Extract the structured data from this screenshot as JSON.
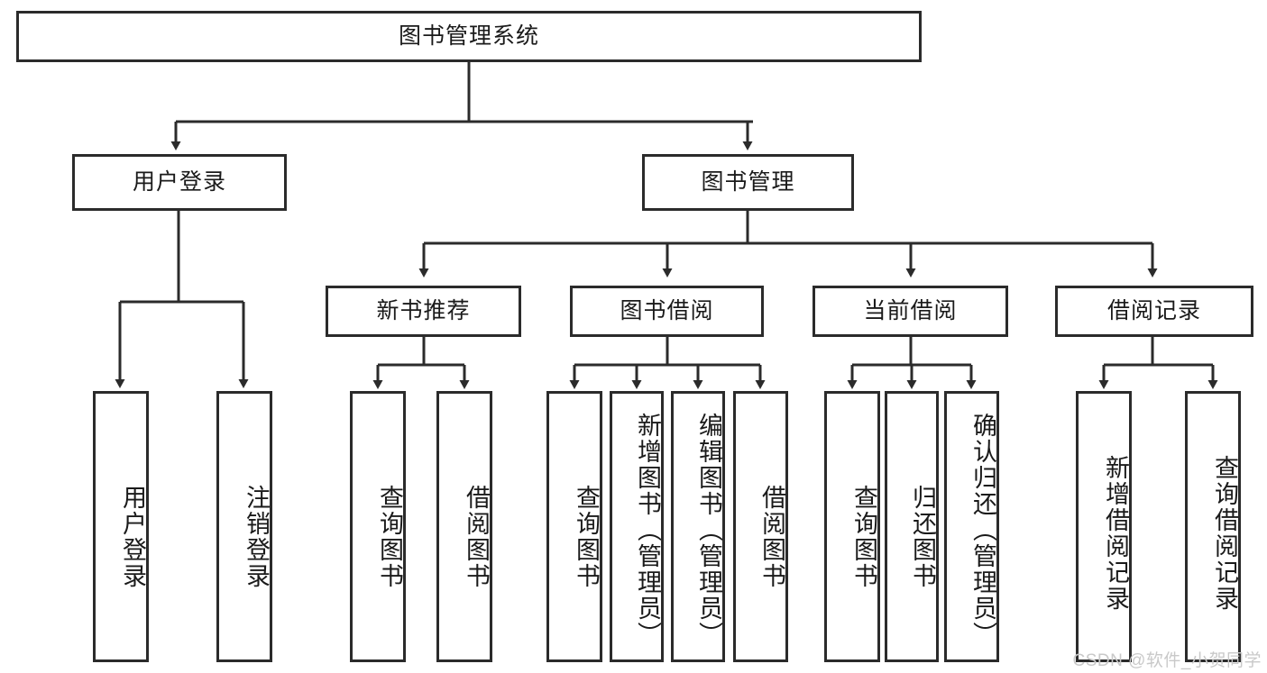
{
  "diagram": {
    "title": "图书管理系统",
    "type": "tree-hierarchy",
    "root": {
      "id": "root",
      "label": "图书管理系统"
    },
    "level2": [
      {
        "id": "user-login",
        "label": "用户登录"
      },
      {
        "id": "book-management",
        "label": "图书管理"
      }
    ],
    "level3": [
      {
        "id": "new-book-recommend",
        "label": "新书推荐",
        "parent": "book-management"
      },
      {
        "id": "book-borrow",
        "label": "图书借阅",
        "parent": "book-management"
      },
      {
        "id": "current-borrow",
        "label": "当前借阅",
        "parent": "book-management"
      },
      {
        "id": "borrow-record",
        "label": "借阅记录",
        "parent": "book-management"
      }
    ],
    "leaves": [
      {
        "id": "leaf-user-login",
        "label": "用户登录",
        "parent": "user-login"
      },
      {
        "id": "leaf-user-logout",
        "label": "注销登录",
        "parent": "user-login"
      },
      {
        "id": "leaf-query-book-1",
        "label": "查询图书",
        "parent": "new-book-recommend"
      },
      {
        "id": "leaf-borrow-book-1",
        "label": "借阅图书",
        "parent": "new-book-recommend"
      },
      {
        "id": "leaf-query-book-2",
        "label": "查询图书",
        "parent": "book-borrow"
      },
      {
        "id": "leaf-add-book",
        "label": "新增图书（管理员）",
        "parent": "book-borrow"
      },
      {
        "id": "leaf-edit-book",
        "label": "编辑图书（管理员）",
        "parent": "book-borrow"
      },
      {
        "id": "leaf-borrow-book-2",
        "label": "借阅图书",
        "parent": "book-borrow"
      },
      {
        "id": "leaf-query-book-3",
        "label": "查询图书",
        "parent": "current-borrow"
      },
      {
        "id": "leaf-return-book",
        "label": "归还图书",
        "parent": "current-borrow"
      },
      {
        "id": "leaf-confirm-return",
        "label": "确认归还（管理员）",
        "parent": "current-borrow"
      },
      {
        "id": "leaf-add-record",
        "label": "新增借阅记录",
        "parent": "borrow-record"
      },
      {
        "id": "leaf-query-record",
        "label": "查询借阅记录",
        "parent": "borrow-record"
      }
    ],
    "watermark": "CSDN @软件_小贺同学",
    "colors": {
      "stroke": "#2b2b2b",
      "fill": "#ffffff",
      "text": "#1a1a1a",
      "watermark": "#c9c9c9"
    }
  }
}
